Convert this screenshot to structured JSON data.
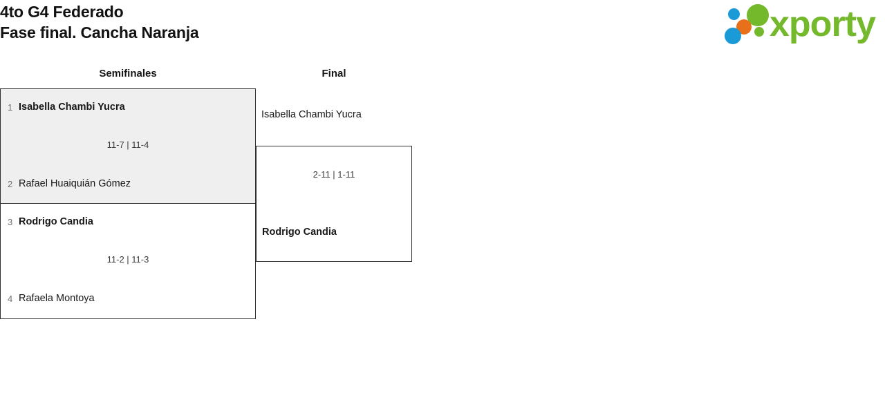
{
  "header": {
    "title_line1": "4to G4 Federado",
    "title_line2": "Fase final. Cancha Naranja",
    "logo": {
      "wordmark": "xporty",
      "colors": {
        "green": "#74b82b",
        "blue": "#1a9bd7",
        "orange": "#e8701a"
      }
    }
  },
  "bracket": {
    "rounds": [
      {
        "name": "Semifinales"
      },
      {
        "name": "Final"
      }
    ],
    "matches": {
      "semifinal_1": {
        "shaded": true,
        "top": {
          "seed": "1",
          "name": "Isabella Chambi Yucra",
          "winner": true
        },
        "bottom": {
          "seed": "2",
          "name": "Rafael Huaiquián Gómez",
          "winner": false
        },
        "score": "11-7 | 11-4"
      },
      "semifinal_2": {
        "shaded": false,
        "top": {
          "seed": "3",
          "name": "Rodrigo Candia",
          "winner": true
        },
        "bottom": {
          "seed": "4",
          "name": "Rafaela Montoya",
          "winner": false
        },
        "score": "11-2 | 11-3"
      },
      "final": {
        "top": {
          "name": "Isabella Chambi Yucra",
          "winner": false
        },
        "bottom": {
          "name": "Rodrigo Candia",
          "winner": true
        },
        "score": "2-11 | 1-11"
      }
    }
  }
}
